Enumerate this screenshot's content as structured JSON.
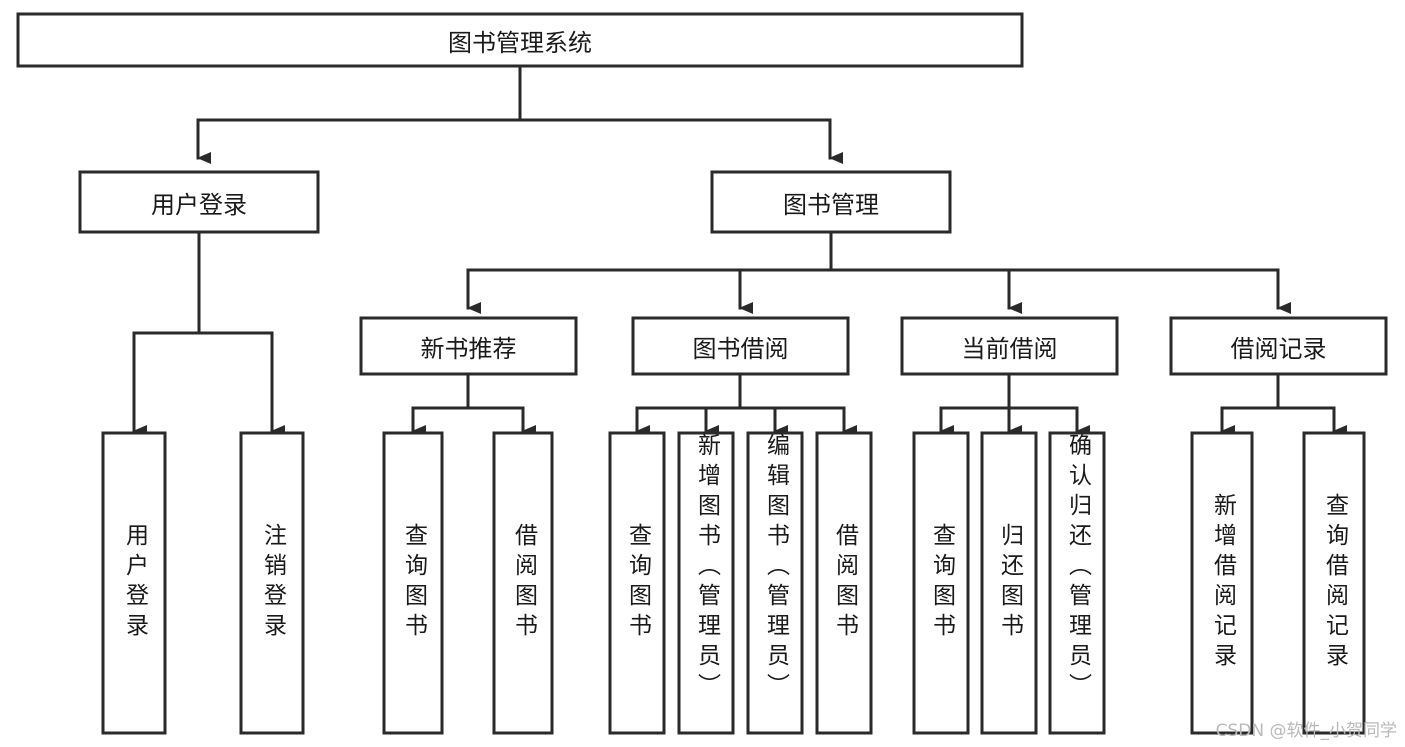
{
  "diagram": {
    "type": "tree",
    "title": "图书管理系统",
    "watermark": "CSDN @软件_小贺同学",
    "background_color": "#ffffff",
    "line_color": "#2a2a2a",
    "box_fill": "#ffffff",
    "text_color": "#1a1a1a",
    "root": {
      "label": "图书管理系统",
      "orientation": "horizontal"
    },
    "level1": [
      {
        "label": "用户登录",
        "orientation": "horizontal"
      },
      {
        "label": "图书管理",
        "orientation": "horizontal"
      }
    ],
    "level2": [
      {
        "label": "新书推荐",
        "orientation": "horizontal"
      },
      {
        "label": "图书借阅",
        "orientation": "horizontal"
      },
      {
        "label": "当前借阅",
        "orientation": "horizontal"
      },
      {
        "label": "借阅记录",
        "orientation": "horizontal"
      }
    ],
    "leaves": {
      "user_login": [
        {
          "label": "用户登录",
          "orientation": "vertical"
        },
        {
          "label": "注销登录",
          "orientation": "vertical"
        }
      ],
      "new_book_recommend": [
        {
          "label": "查询图书",
          "orientation": "vertical"
        },
        {
          "label": "借阅图书",
          "orientation": "vertical"
        }
      ],
      "book_borrow": [
        {
          "label": "查询图书",
          "orientation": "vertical"
        },
        {
          "label": "新增图书（管理员）",
          "orientation": "vertical"
        },
        {
          "label": "编辑图书（管理员）",
          "orientation": "vertical"
        },
        {
          "label": "借阅图书",
          "orientation": "vertical"
        }
      ],
      "current_borrow": [
        {
          "label": "查询图书",
          "orientation": "vertical"
        },
        {
          "label": "归还图书",
          "orientation": "vertical"
        },
        {
          "label": "确认归还（管理员）",
          "orientation": "vertical"
        }
      ],
      "borrow_record": [
        {
          "label": "新增借阅记录",
          "orientation": "vertical"
        },
        {
          "label": "查询借阅记录",
          "orientation": "vertical"
        }
      ]
    }
  }
}
